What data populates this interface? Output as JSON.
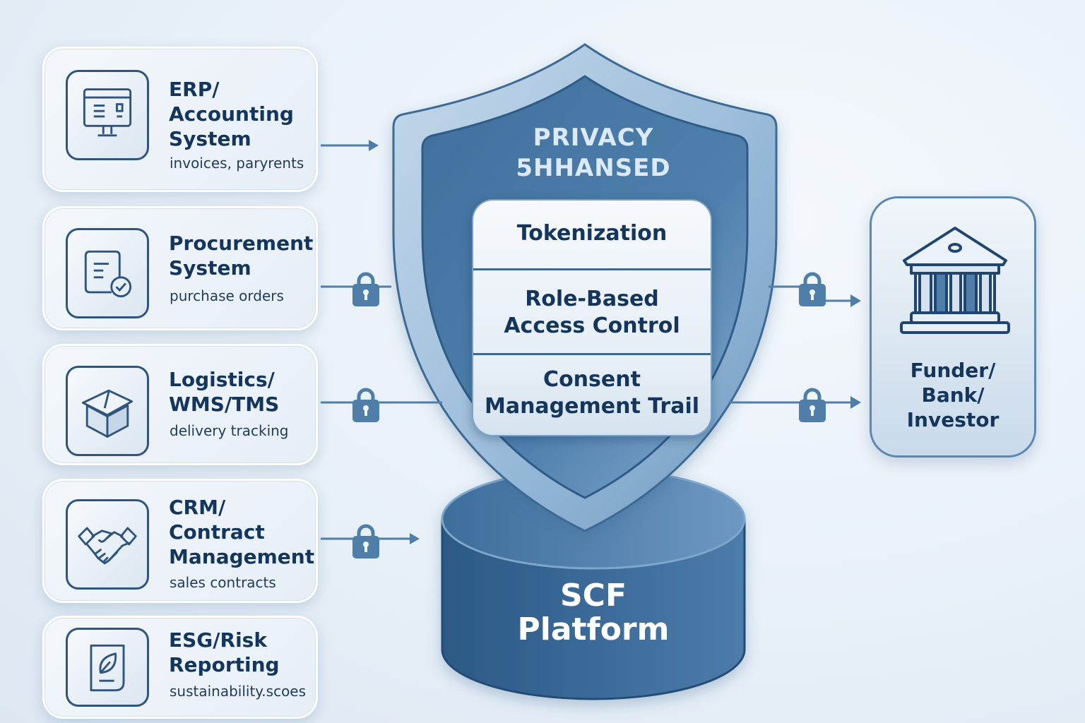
{
  "sources": [
    {
      "title": "ERP/\nAccounting\nSystem",
      "subtitle": "invoices, paryrents",
      "icon": "computer-monitor-icon",
      "connector": "arrow"
    },
    {
      "title": "Procurement\nSystem",
      "subtitle": "purchase orders",
      "icon": "document-check-icon",
      "connector": "lock"
    },
    {
      "title": "Logistics/\nWMS/TMS",
      "subtitle": "delivery tracking",
      "icon": "package-box-icon",
      "connector": "lock"
    },
    {
      "title": "CRM/\nContract\nManagement",
      "subtitle": "sales contracts",
      "icon": "handshake-icon",
      "connector": "lock-arrow"
    },
    {
      "title": "ESG/Risk\nReporting",
      "subtitle": "sustainability.scoes",
      "icon": "leaf-document-icon",
      "connector": "none"
    }
  ],
  "shield": {
    "title_line1": "PRIVACY",
    "title_line2": "5HHANSED",
    "icon": "shield-icon",
    "controls": [
      {
        "label": "Tokenization"
      },
      {
        "label": "Role-Based\nAccess Control"
      },
      {
        "label": "Consent\nManagement Trail"
      }
    ]
  },
  "platform": {
    "line1": "SCF",
    "line2": "Platform",
    "icon": "cylinder-database-icon"
  },
  "destination": {
    "label": "Funder/\nBank/\nInvestor",
    "icon": "bank-building-icon"
  },
  "outputs": [
    {
      "connector": "lock-arrow"
    },
    {
      "connector": "lock-arrow"
    }
  ],
  "colors": {
    "primary_dark": "#14365c",
    "shield_blue": "#4a7aa6",
    "platform_blue": "#3f6e9b",
    "connector_blue": "#4f7ea9",
    "background": "#e8f0f8"
  }
}
